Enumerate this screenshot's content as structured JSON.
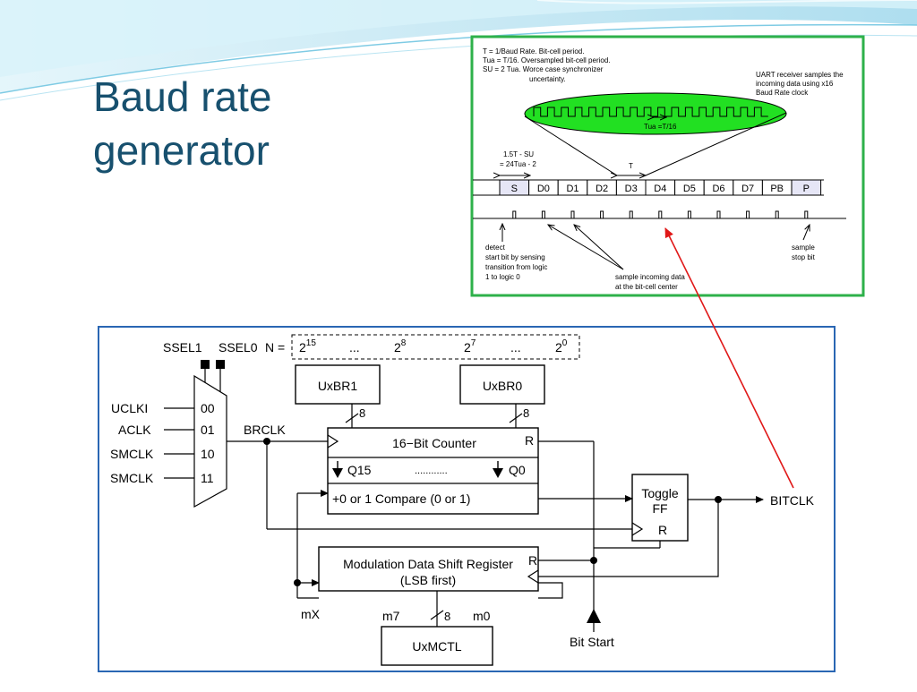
{
  "slide": {
    "title_line1": "Baud rate",
    "title_line2": "generator"
  },
  "uart_timing": {
    "notes": [
      "T      = 1/Baud Rate.  Bit-cell period.",
      "Tua  = T/16.  Oversampled bit-cell period.",
      "SU    = 2 Tua. Worce case synchronizer",
      "uncertainty."
    ],
    "receiver_note": [
      "UART receiver samples the",
      "incoming data using x16",
      "Baud Rate clock"
    ],
    "tua_label": "Tua =T/16",
    "t_label": "T",
    "start_offset_label": [
      "1.5T - SU",
      "= 24Tua - 2"
    ],
    "bit_cells": [
      "S",
      "D0",
      "D1",
      "D2",
      "D3",
      "D4",
      "D5",
      "D6",
      "D7",
      "PB",
      "P"
    ],
    "detect_note": [
      "detect",
      "start bit by sensing",
      "transition from logic",
      "1 to logic 0"
    ],
    "sample_center_note": [
      "sample incoming  data",
      "at the bit-cell center"
    ],
    "stop_note": [
      "sample",
      "stop bit"
    ]
  },
  "block_diagram": {
    "ssel1": "SSEL1",
    "ssel0": "SSEL0",
    "n_eq": "N =",
    "n_bits": [
      {
        "base": "2",
        "exp": "15"
      },
      {
        "base": "2",
        "exp": "8"
      },
      {
        "base": "2",
        "exp": "7"
      },
      {
        "base": "2",
        "exp": "0"
      }
    ],
    "ellipsis": "...",
    "clock_inputs": [
      "UCLKI",
      "ACLK",
      "SMCLK",
      "SMCLK"
    ],
    "mux_codes": [
      "00",
      "01",
      "10",
      "11"
    ],
    "brclk": "BRCLK",
    "uxbr1": "UxBR1",
    "uxbr0": "UxBR0",
    "bus_width": "8",
    "counter": "16−Bit Counter",
    "reset": "R",
    "q15": "Q15",
    "q0": "Q0",
    "dots": "............",
    "compare": "+0 or 1 Compare (0 or 1)",
    "toggle_line1": "Toggle",
    "toggle_line2": "FF",
    "bitclk": "BITCLK",
    "mod_line1": "Modulation Data Shift Register",
    "mod_line2": "(LSB first)",
    "mx": "mX",
    "m7": "m7",
    "m0": "m0",
    "uxmctl": "UxMCTL",
    "bit_start": "Bit Start"
  },
  "colors": {
    "title": "#17506e",
    "timing_border": "#2eb14a",
    "ellipse_fill": "#22e022",
    "diagram_border": "#2a66b3",
    "pointer_arrow": "#e01818",
    "background_wave": "#a6dbee"
  }
}
